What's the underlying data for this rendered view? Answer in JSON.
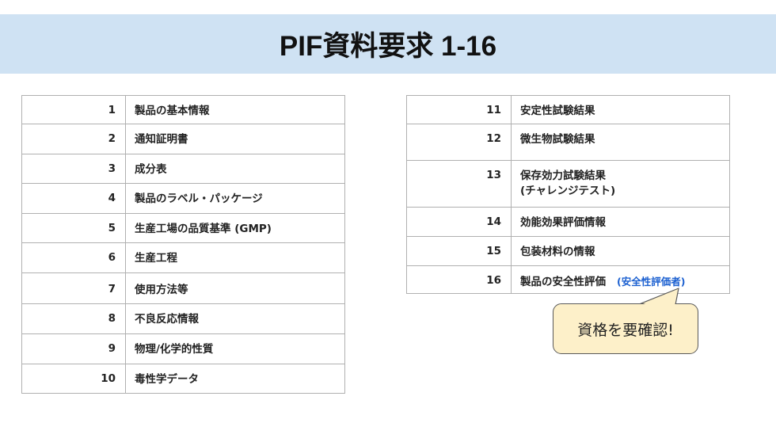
{
  "header": {
    "title": "PIF資料要求 1-16",
    "background_color": "#cfe2f3"
  },
  "left_table": {
    "rows": [
      {
        "num": "1",
        "label": "製品の基本情報"
      },
      {
        "num": "2",
        "label": "通知証明書"
      },
      {
        "num": "3",
        "label": "成分表"
      },
      {
        "num": "4",
        "label": "製品のラベル・パッケージ"
      },
      {
        "num": "5",
        "label": "生産工場の品質基準 (GMP)"
      },
      {
        "num": "6",
        "label": "生産工程"
      },
      {
        "num": "7",
        "label": "使用方法等"
      },
      {
        "num": "8",
        "label": "不良反応情報"
      },
      {
        "num": "9",
        "label": "物理/化学的性質"
      },
      {
        "num": "10",
        "label": "毒性学データ"
      }
    ]
  },
  "right_table": {
    "rows": [
      {
        "num": "11",
        "label": "安定性試験結果"
      },
      {
        "num": "12",
        "label": "微生物試験結果"
      },
      {
        "num": "13",
        "label": "保存効力試験結果",
        "label_line2": "(チャレンジテスト)"
      },
      {
        "num": "14",
        "label": "効能効果評価情報"
      },
      {
        "num": "15",
        "label": "包装材料の情報"
      },
      {
        "num": "16",
        "label": "製品の安全性評価",
        "note": "(安全性評価者)",
        "note_color": "#1a5fd0"
      }
    ]
  },
  "callout": {
    "text": "資格を要確認!",
    "fill_color": "#fdf0c9",
    "border_color": "#595959"
  }
}
